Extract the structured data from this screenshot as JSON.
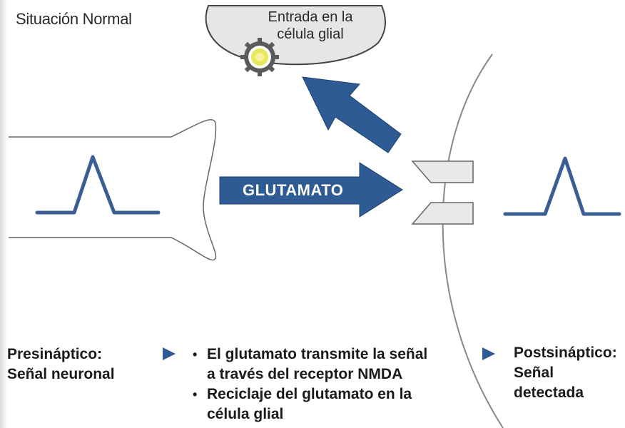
{
  "title": "Situación Normal",
  "glial_cell": {
    "label_line1": "Entrada en la",
    "label_line2": "célula glial"
  },
  "glutamate_arrow_label": "GLUTAMATO",
  "presynaptic": {
    "line1": "Presináptico:",
    "line2": "Señal neuronal"
  },
  "bullets": [
    {
      "line1": "El glutamato transmite la señal",
      "line2": "a través del receptor NMDA"
    },
    {
      "line1": "Reciclaje del glutamato en la",
      "line2": "célula glial"
    }
  ],
  "postsynaptic": {
    "line1": "Postsináptico:",
    "line2": "Señal",
    "line3": "detectada"
  },
  "bullet_char": "•",
  "colors": {
    "arrow_blue": "#2e5b94",
    "signal_blue": "#3a5e94",
    "cell_gray": "#e6e6e6",
    "receptor_gray": "#e9e9e9",
    "outline": "#555555"
  },
  "icons": [
    "transporter-gear-icon",
    "arrow-right-icon"
  ]
}
